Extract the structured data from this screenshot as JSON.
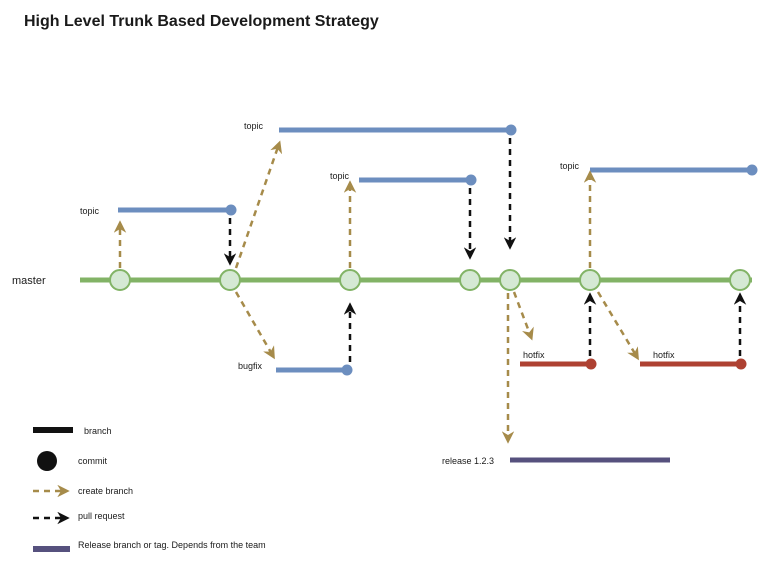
{
  "title": "High Level Trunk Based Development Strategy",
  "colors": {
    "master_line": "#82b366",
    "master_commit_fill": "#d5e8d4",
    "topic": "#6c8ebf",
    "bugfix": "#6c8ebf",
    "hotfix": "#ae4132",
    "release": "#56517e",
    "create_branch_arrow": "#a68b4a",
    "pull_request_arrow": "#111111"
  },
  "master": {
    "label": "master"
  },
  "branches": {
    "topic_1": {
      "label": "topic"
    },
    "topic_2": {
      "label": "topic"
    },
    "topic_3": {
      "label": "topic"
    },
    "topic_4": {
      "label": "topic"
    },
    "bugfix": {
      "label": "bugfix"
    },
    "hotfix_1": {
      "label": "hotfix"
    },
    "hotfix_2": {
      "label": "hotfix"
    },
    "release": {
      "label": "release 1.2.3"
    }
  },
  "legend": {
    "branch": "branch",
    "commit": "commit",
    "create_branch": "create branch",
    "pull_request": "pull request",
    "release_branch": "Release branch or tag. Depends from the team"
  }
}
